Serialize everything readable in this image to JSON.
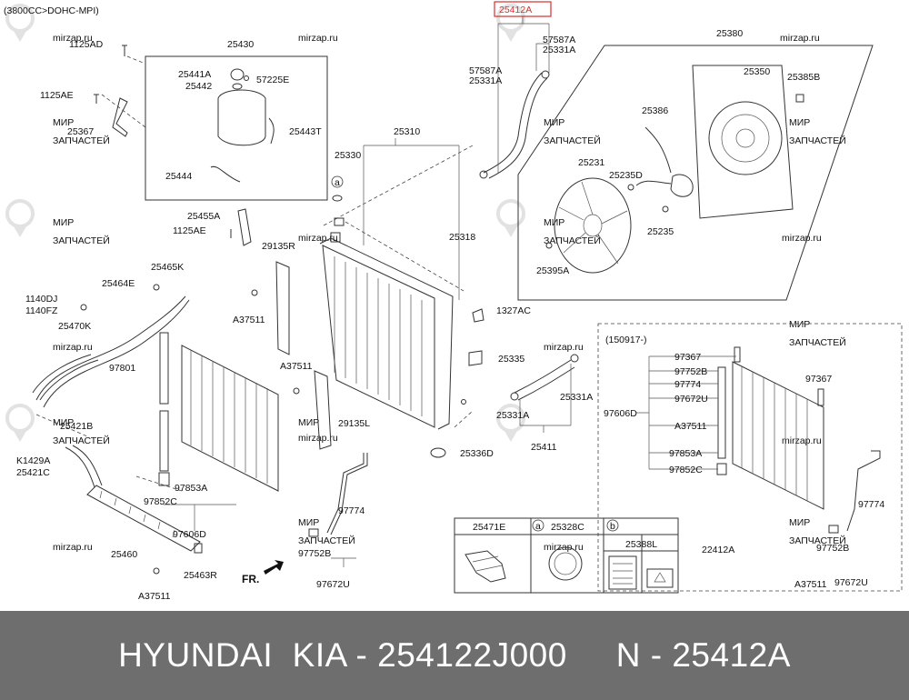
{
  "header": {
    "engine_label": "(3800CC>DOHC-MPI)"
  },
  "highlight_color": "#d93030",
  "watermarks": {
    "site": "mirzap.ru",
    "ru_line1": "МИР",
    "ru_line2": "ЗАПЧАСТЕЙ"
  },
  "parts": {
    "p25412A": "25412A",
    "p57587A_top": "57587A",
    "p25331A_top": "25331A",
    "p57587A_left": "57587A",
    "p25331A_left": "25331A",
    "p1125AD": "1125AD",
    "p25430": "25430",
    "p25441A": "25441A",
    "p25442": "25442",
    "p57225E": "57225E",
    "p1125AE_a": "1125AE",
    "p25367": "25367",
    "p25443T": "25443T",
    "p25444": "25444",
    "p25455A": "25455A",
    "p1125AE_b": "1125AE",
    "p25380": "25380",
    "p25350": "25350",
    "p25385B": "25385B",
    "p25386": "25386",
    "p25231": "25231",
    "p25235D": "25235D",
    "p25235": "25235",
    "p25395A": "25395A",
    "p25310": "25310",
    "p25330": "25330",
    "p25318": "25318",
    "p29135R": "29135R",
    "p25465K": "25465K",
    "p25464E": "25464E",
    "pA37511_a": "A37511",
    "p1140DJ": "1140DJ",
    "p1140FZ": "1140FZ",
    "p25470K": "25470K",
    "p1327AC": "1327AC",
    "p97801": "97801",
    "pA37511_b": "A37511",
    "p25335": "25335",
    "p29135L": "29135L",
    "p25331A_r1": "25331A",
    "p25331A_r2": "25331A",
    "p25411": "25411",
    "p25336D": "25336D",
    "p25421B": "25421B",
    "pK1429A": "K1429A",
    "p25421C": "25421C",
    "p97853A": "97853A",
    "p97852C": "97852C",
    "p97606D": "97606D",
    "p25460": "25460",
    "p25463R": "25463R",
    "pA37511_c": "A37511",
    "p97774": "97774",
    "p97752B": "97752B",
    "p97672U": "97672U",
    "fr_label": "FR.",
    "p25471E": "25471E",
    "callout_a": "a",
    "p25328C": "25328C",
    "callout_b": "b",
    "p25388L": "25388L",
    "p22412A": "22412A",
    "inset_date": "(150917-)",
    "i97367_a": "97367",
    "i97752B_a": "97752B",
    "i97774_a": "97774",
    "i97672U_a": "97672U",
    "i97606D": "97606D",
    "iA37511_a": "A37511",
    "i97853A": "97853A",
    "i97852C": "97852C",
    "i97367_b": "97367",
    "i97774_b": "97774",
    "i97752B_b": "97752B",
    "iA37511_b": "A37511",
    "i97672U_b": "97672U"
  },
  "banner": {
    "text": "HYUNDAI  KIA - 254122J000     N - 25412A"
  }
}
